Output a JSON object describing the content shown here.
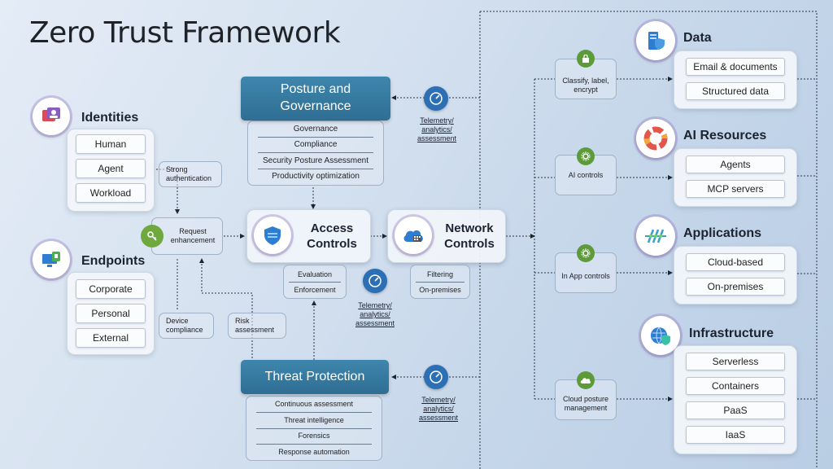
{
  "title": "Zero Trust Framework",
  "identities": {
    "heading": "Identities",
    "items": [
      "Human",
      "Agent",
      "Workload"
    ]
  },
  "endpoints": {
    "heading": "Endpoints",
    "items": [
      "Corporate",
      "Personal",
      "External"
    ]
  },
  "strong_auth": "Strong authentication",
  "request_enhancement": "Request enhancement",
  "device_compliance": "Device compliance",
  "risk_assessment": "Risk assessment",
  "posture": {
    "title": "Posture and Governance",
    "items": [
      "Governance",
      "Compliance",
      "Security Posture Assessment",
      "Productivity optimization"
    ]
  },
  "access_controls": "Access Controls",
  "network_controls": "Network Controls",
  "access_sub": [
    "Evaluation",
    "Enforcement"
  ],
  "network_sub": [
    "Filtering",
    "On-premises"
  ],
  "threat": {
    "title": "Threat Protection",
    "items": [
      "Continuous assessment",
      "Threat intelligence",
      "Forensics",
      "Response automation"
    ]
  },
  "telemetry": "Telemetry/ analytics/ assessment",
  "controls": {
    "classify": "Classify, label, encrypt",
    "ai": "AI controls",
    "in_app": "In App controls",
    "cloud_posture": "Cloud posture management"
  },
  "data": {
    "heading": "Data",
    "items": [
      "Email & documents",
      "Structured data"
    ]
  },
  "ai_resources": {
    "heading": "AI Resources",
    "items": [
      "Agents",
      "MCP servers"
    ]
  },
  "applications": {
    "heading": "Applications",
    "items": [
      "Cloud-based",
      "On-premises"
    ]
  },
  "infrastructure": {
    "heading": "Infrastructure",
    "items": [
      "Serverless",
      "Containers",
      "PaaS",
      "IaaS"
    ]
  },
  "colors": {
    "teal": "#2f6e93",
    "green": "#5d9b3a",
    "gauge_blue": "#2c6fb5"
  }
}
